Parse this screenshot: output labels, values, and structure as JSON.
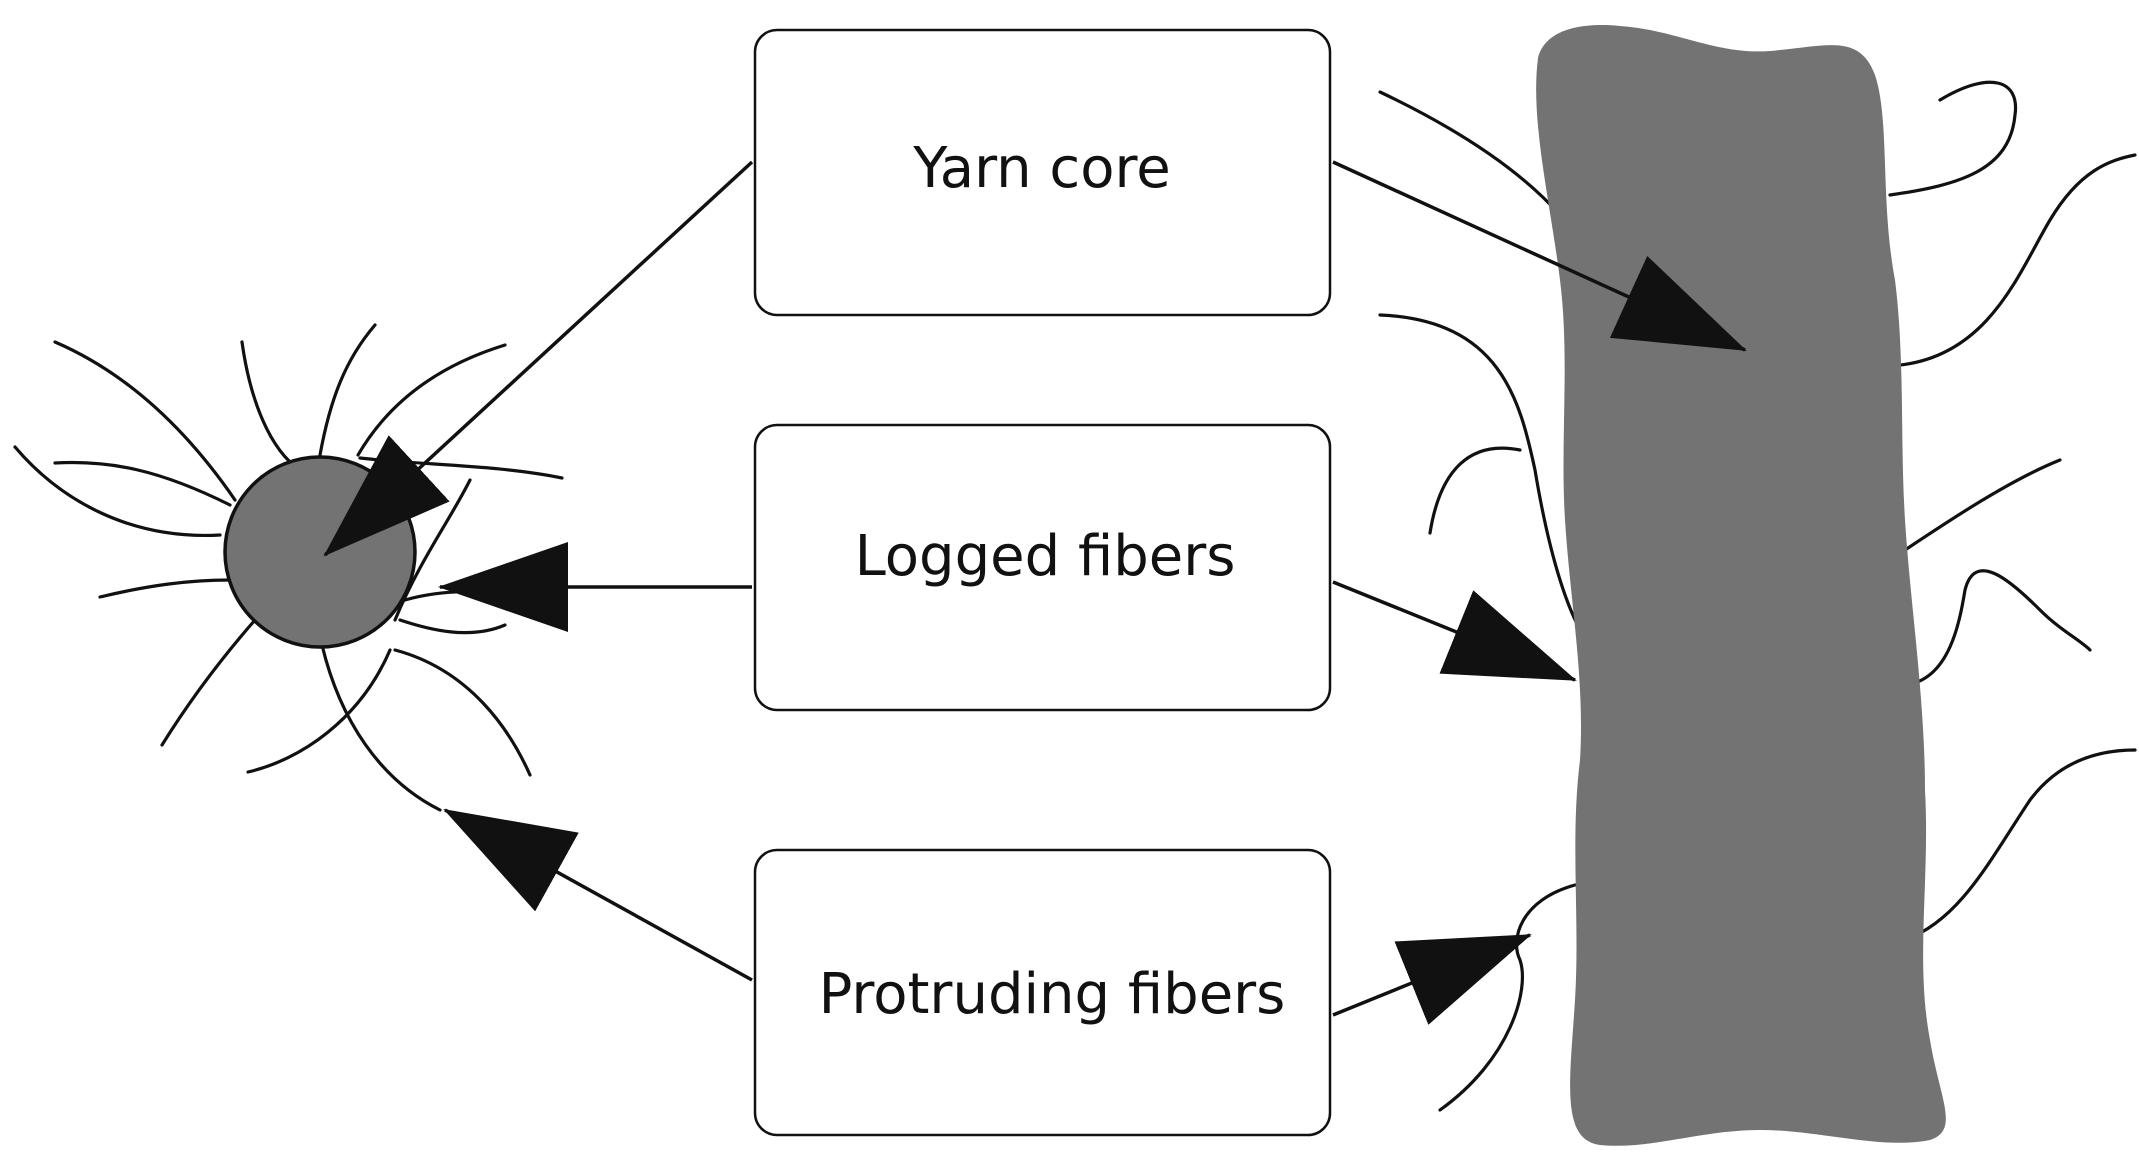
{
  "boxes": {
    "yarn_core": "Yarn core",
    "logged_fibers": "Logged fibers",
    "protruding_fibers": "Protruding fibers"
  },
  "colors": {
    "yarn_fill": "#737373",
    "stroke": "#111111",
    "box_fill": "#ffffff",
    "background": "#ffffff"
  }
}
